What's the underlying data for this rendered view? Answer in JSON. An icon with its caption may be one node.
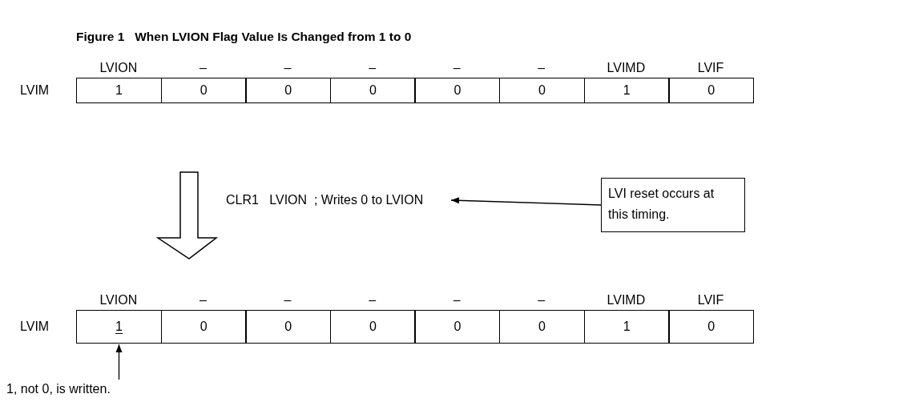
{
  "diagram": {
    "title": "Figure 1   When LVION Flag Value Is Changed from 1 to 0",
    "nodes": [
      {
        "text": [
          "CLR1   LVION  ; Writes 0 to LVION"
        ]
      },
      {
        "text": [
          "LVI reset occurs at this timing."
        ]
      },
      {
        "text": [
          "1, not 0, is written."
        ]
      },
      {
        "text": [
          "1"
        ]
      }
    ],
    "edges": [
      {
        "from": 1,
        "to": 0,
        "arrow": "to"
      },
      {
        "from": 2,
        "to": 3,
        "arrow": "to"
      }
    ],
    "labels": [
      "LVION",
      "–",
      "–",
      "–",
      "–",
      "–",
      "LVIMD",
      "LVIF",
      "LVIM",
      "1",
      "0",
      "0",
      "0",
      "0",
      "0",
      "1",
      "0",
      "LVION",
      "–",
      "–",
      "–",
      "–",
      "–",
      "LVIMD",
      "LVIF",
      "LVIM",
      "0",
      "0",
      "0",
      "0",
      "0",
      "1",
      "0"
    ]
  }
}
